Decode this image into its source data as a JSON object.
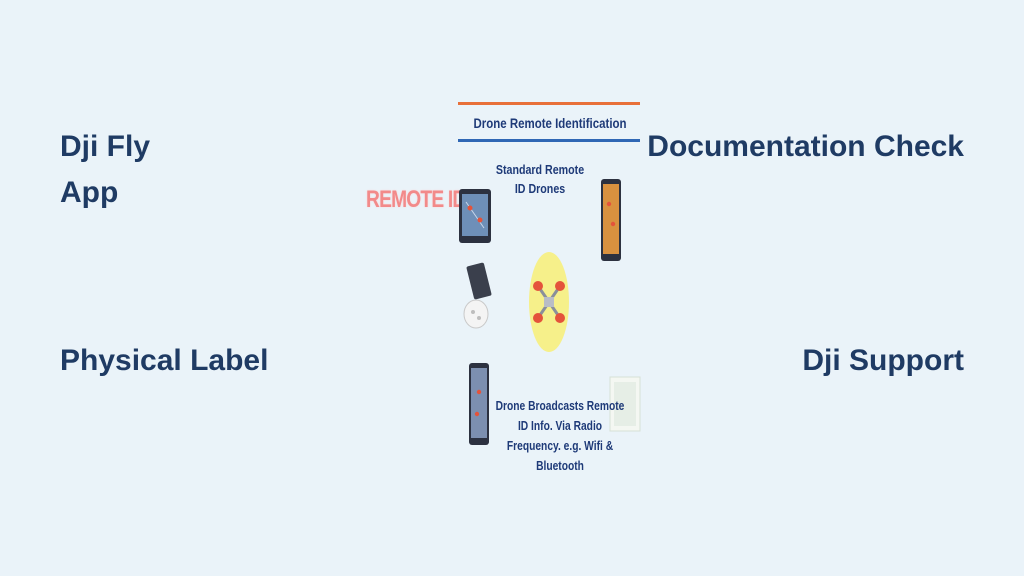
{
  "labels": {
    "top_left": "Dji Fly App",
    "top_right": "Documentation Check",
    "bottom_left": "Physical Label",
    "bottom_right": "Dji Support"
  },
  "graphic": {
    "title": "Drone Remote Identification",
    "subtitle": "Standard Remote ID Drones",
    "side_label": "REMOTE ID:",
    "note": "Drone Broadcasts Remote ID Info. Via Radio Frequency. e.g. Wifi & Bluetooth"
  },
  "colors": {
    "background": "#eaf3f9",
    "label_text": "#1f3b64",
    "rule_orange": "#e8703a",
    "rule_blue": "#2f67b5",
    "remote_id_red": "#f28a8a",
    "drone_halo": "#f6f08a"
  }
}
